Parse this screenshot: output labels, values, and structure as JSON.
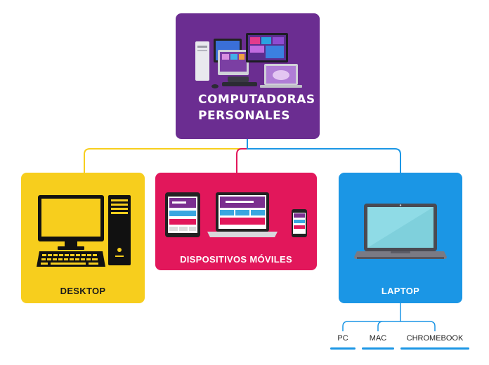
{
  "root": {
    "title_line1": "COMPUTADORAS",
    "title_line2": "PERSONALES",
    "image": "computers-collage-icon",
    "color": "#6b2d91"
  },
  "branches": [
    {
      "label": "DESKTOP",
      "icon": "desktop-computer-icon",
      "color": "#f7ce1d",
      "connector_color": "#f7ce1d"
    },
    {
      "label": "DISPOSITIVOS MÓVILES",
      "icon": "responsive-devices-icon",
      "color": "#e2175b",
      "connector_color": "#e2175b"
    },
    {
      "label": "LAPTOP",
      "icon": "laptop-icon",
      "color": "#1b96e5",
      "connector_color": "#1b96e5"
    }
  ],
  "laptop_children": [
    {
      "label": "PC"
    },
    {
      "label": "MAC"
    },
    {
      "label": "CHROMEBOOK"
    }
  ]
}
